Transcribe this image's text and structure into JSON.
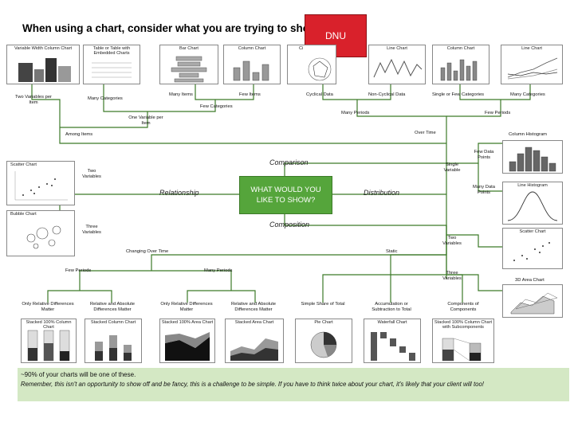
{
  "title": "When using a chart, consider what you are trying to show",
  "stamp": "DNU",
  "center": {
    "line1": "WHAT WOULD YOU",
    "line2": "LIKE TO SHOW?"
  },
  "branches": {
    "comparison": "Comparison",
    "relationship": "Relationship",
    "distribution": "Distribution",
    "composition": "Composition"
  },
  "top_row": {
    "variable_width_column": "Variable Width Column Chart",
    "table_embedded": "Table or Table with Embedded Charts",
    "bar_chart": "Bar Chart",
    "column_chart": "Column Chart",
    "circular_area": "Ci",
    "line_chart_1": "Line Chart",
    "column_chart_2": "Column Chart",
    "line_chart_2": "Line Chart"
  },
  "comparison_labels": {
    "two_vars_per_item": "Two Variables per Item",
    "many_categories_left": "Many Categories",
    "many_items": "Many Items",
    "few_items": "Few Items",
    "few_categories": "Few Categories",
    "one_variable_per_item": "One Variable per Item",
    "among_items": "Among Items",
    "cyclical": "Cyclical Data",
    "non_cyclical": "Non-Cyclical Data",
    "single_few_categories": "Single or Few Categories",
    "many_categories_right": "Many Categories",
    "many_periods": "Many Periods",
    "few_periods": "Few Periods",
    "over_time": "Over Time"
  },
  "relationship": {
    "scatter_chart": "Scatter Chart",
    "two_variables": "Two Variables",
    "bubble_chart": "Bubble Chart",
    "three_variables": "Three Variables"
  },
  "distribution": {
    "column_histogram": "Column Histogram",
    "few_data_points": "Few Data Points",
    "single_variable": "Single Variable",
    "many_data_points": "Many Data Points",
    "line_histogram": "Line Histogram",
    "scatter_chart": "Scatter Chart",
    "two_variables": "Two Variables",
    "three_variables": "Three Variables",
    "area_3d": "3D Area Chart"
  },
  "composition": {
    "changing_over_time": "Changing Over Time",
    "static": "Static",
    "few_periods": "Few Periods",
    "many_periods": "Many Periods",
    "only_relative_1": "Only Relative Differences Matter",
    "relative_absolute_1": "Relative and Absolute Differences Matter",
    "only_relative_2": "Only Relative Differences Matter",
    "relative_absolute_2": "Relative and Absolute Differences Matter",
    "simple_share": "Simple Share of Total",
    "accumulation": "Accumulation or Subtraction to Total",
    "components": "Components of Components",
    "stacked_100_col": "Stacked 100% Column Chart",
    "stacked_col": "Stacked Column Chart",
    "stacked_100_area": "Stacked 100% Area Chart",
    "stacked_area": "Stacked Area Chart",
    "pie_chart": "Pie Chart",
    "waterfall": "Waterfall Chart",
    "stacked_100_sub": "Stacked 100% Column Chart with Subcomponents"
  },
  "footer": {
    "note1": "~90% of your charts will be one of these.",
    "note2": "Remember, this isn't an opportunity to show off and be fancy, this is a challenge to be simple. If you have to think twice about your chart, it's likely that your client will too!"
  },
  "colors": {
    "accent_green": "#55a53b",
    "footer_bg": "#d4e8c4",
    "stamp_red": "#d9212b",
    "line": "#3c7a28"
  }
}
